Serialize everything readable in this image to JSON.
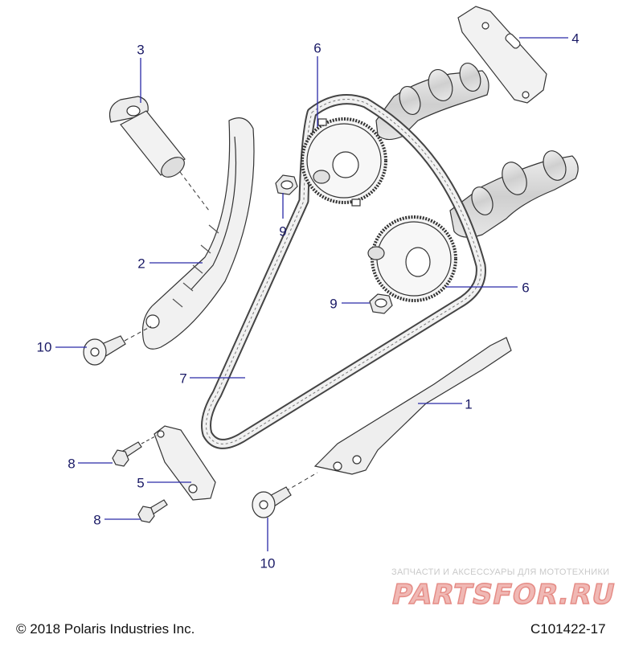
{
  "callouts": [
    {
      "id": "1",
      "label": "1"
    },
    {
      "id": "2",
      "label": "2"
    },
    {
      "id": "3",
      "label": "3"
    },
    {
      "id": "4",
      "label": "4"
    },
    {
      "id": "5",
      "label": "5"
    },
    {
      "id": "6a",
      "label": "6"
    },
    {
      "id": "6b",
      "label": "6"
    },
    {
      "id": "7",
      "label": "7"
    },
    {
      "id": "8a",
      "label": "8"
    },
    {
      "id": "8b",
      "label": "8"
    },
    {
      "id": "9a",
      "label": "9"
    },
    {
      "id": "9b",
      "label": "9"
    },
    {
      "id": "10a",
      "label": "10"
    },
    {
      "id": "10b",
      "label": "10"
    }
  ],
  "footer": {
    "copyright": "© 2018 Polaris Industries Inc.",
    "figure_code": "C101422-17"
  },
  "watermark": {
    "tagline": "ЗАПЧАСТИ И АКСЕССУАРЫ ДЛЯ МОТОТЕХНИКИ",
    "logo": "PARTSFOR.RU"
  },
  "colors": {
    "callout_text": "#1a1a66",
    "leader_line": "#2a2aa8",
    "part_stroke": "#333333",
    "part_fill": "#f3f3f3",
    "camshaft_fill": "#dcdcdc",
    "watermark_red": "#e58c86"
  }
}
